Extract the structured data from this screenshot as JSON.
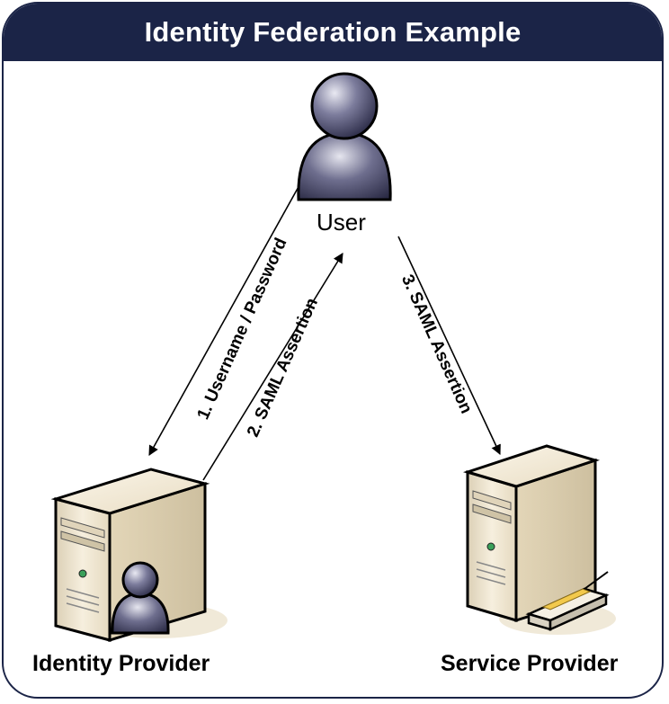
{
  "title": "Identity Federation Example",
  "nodes": {
    "user": "User",
    "identity_provider": "Identity Provider",
    "service_provider": "Service Provider"
  },
  "edges": {
    "step1": "1. Username / Password",
    "step2": "2. SAML Assertion",
    "step3": "3. SAML Assertion"
  },
  "colors": {
    "title_bar": "#1b2447",
    "server_body": "#efe5cf",
    "user_figure": "#4a4a6a"
  },
  "icons": [
    "user-icon",
    "identity-provider-server-icon",
    "service-provider-server-icon",
    "idp-user-badge-icon",
    "network-device-icon"
  ]
}
